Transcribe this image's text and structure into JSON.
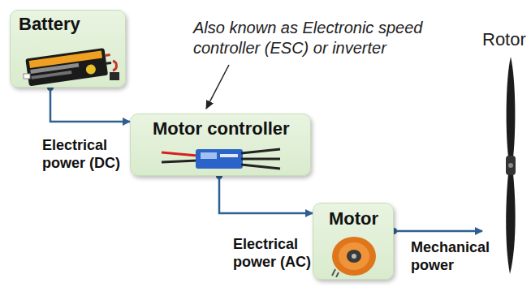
{
  "diagram": {
    "nodes": [
      {
        "text": [
          "Battery"
        ]
      },
      {
        "text": [
          "Motor controller"
        ]
      },
      {
        "text": [
          "Motor"
        ]
      },
      {
        "text": [
          "Rotor"
        ]
      }
    ],
    "edges": [
      {
        "from": 0,
        "to": 1,
        "arrow": "to",
        "label": "Electrical power (DC)"
      },
      {
        "from": 1,
        "to": 2,
        "arrow": "to",
        "label": "Electrical power (AC)"
      },
      {
        "from": 2,
        "to": 3,
        "arrow": "to",
        "label": "Mechanical power"
      }
    ],
    "labels": [
      "Also known as Electronic speed controller (ESC) or inverter"
    ]
  }
}
